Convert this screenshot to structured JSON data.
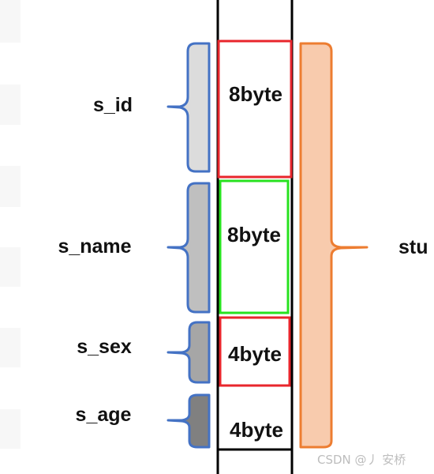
{
  "diagram": {
    "fields": [
      {
        "name": "s_id",
        "size": "8byte",
        "bracket_fill": "#dcdcdc",
        "cell_border": "#e8262c"
      },
      {
        "name": "s_name",
        "size": "8byte",
        "bracket_fill": "#bfbfbf",
        "cell_border": "#27e21f"
      },
      {
        "name": "s_sex",
        "size": "4byte",
        "bracket_fill": "#a6a6a6",
        "cell_border": "#e8262c"
      },
      {
        "name": "s_age",
        "size": "4byte",
        "bracket_fill": "#808080",
        "cell_border": "none"
      }
    ],
    "struct_label": "stu",
    "colors": {
      "field_bracket_stroke": "#4472c4",
      "struct_bracket_fill": "#f8cbad",
      "struct_bracket_stroke": "#ed7d31",
      "memory_column_border": "#000000",
      "left_stripes": "#f7f7f7"
    }
  },
  "watermark": "CSDN @丿 安桥"
}
